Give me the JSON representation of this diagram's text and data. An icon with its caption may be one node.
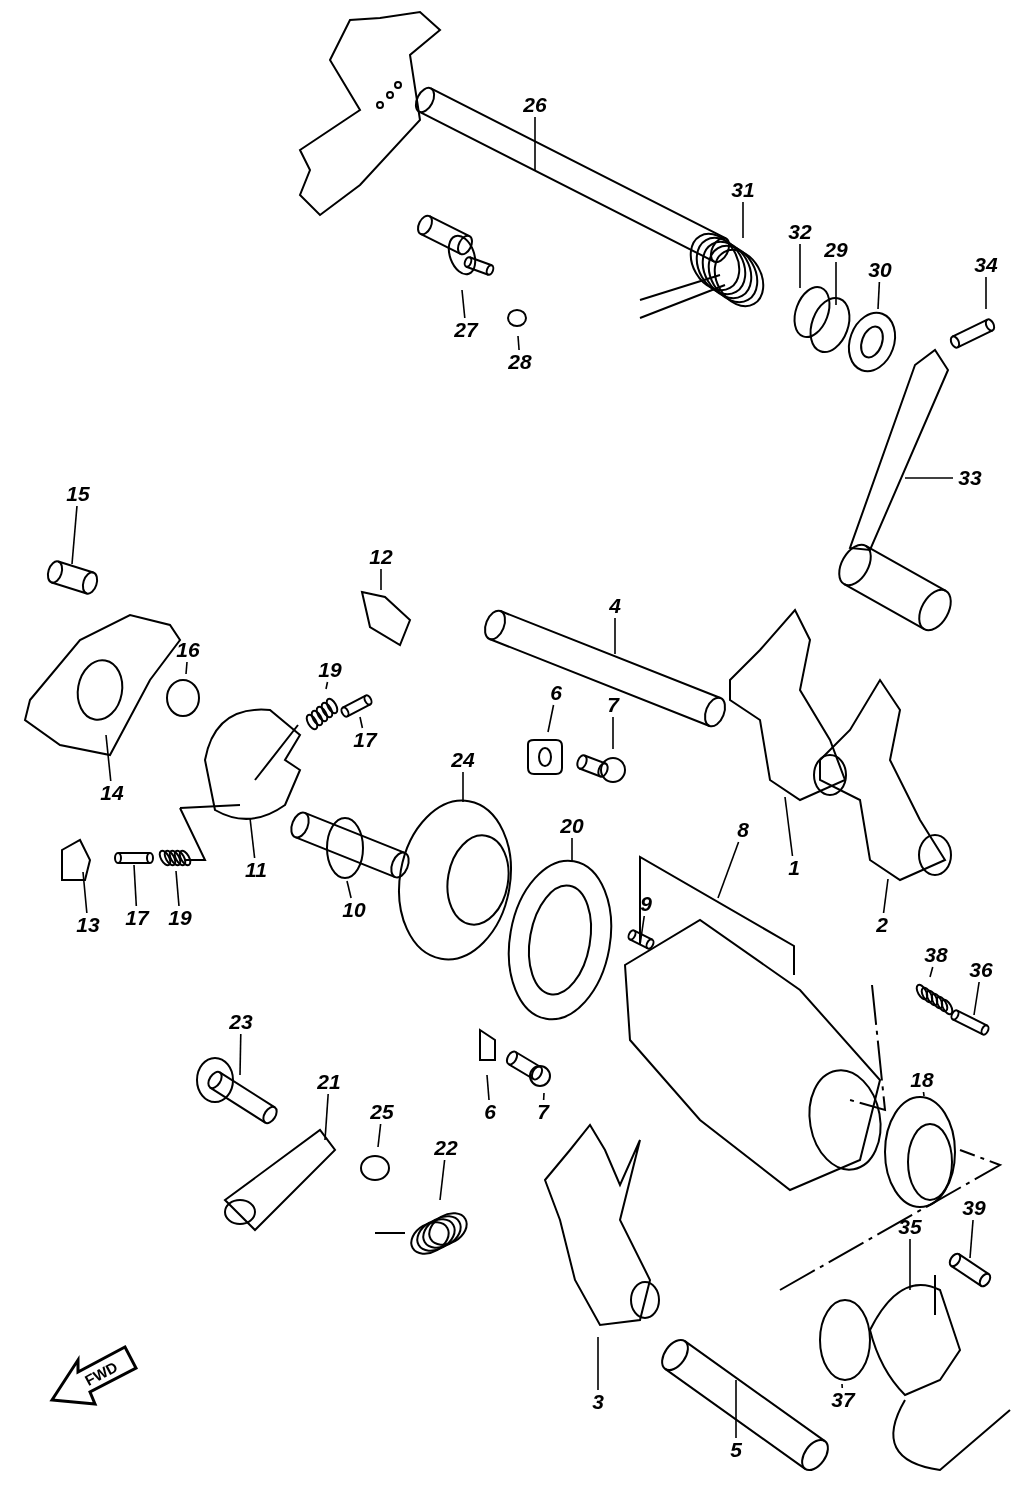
{
  "diagram": {
    "nodes": [
      {
        "text": [
          "26"
        ]
      },
      {
        "text": [
          "31"
        ]
      },
      {
        "text": [
          "32"
        ]
      },
      {
        "text": [
          "29"
        ]
      },
      {
        "text": [
          "30"
        ]
      },
      {
        "text": [
          "34"
        ]
      },
      {
        "text": [
          "27"
        ]
      },
      {
        "text": [
          "28"
        ]
      },
      {
        "text": [
          "33"
        ]
      },
      {
        "text": [
          "15"
        ]
      },
      {
        "text": [
          "12"
        ]
      },
      {
        "text": [
          "4"
        ]
      },
      {
        "text": [
          "16"
        ]
      },
      {
        "text": [
          "19"
        ]
      },
      {
        "text": [
          "17"
        ]
      },
      {
        "text": [
          "6"
        ]
      },
      {
        "text": [
          "7"
        ]
      },
      {
        "text": [
          "24"
        ]
      },
      {
        "text": [
          "14"
        ]
      },
      {
        "text": [
          "1"
        ]
      },
      {
        "text": [
          "20"
        ]
      },
      {
        "text": [
          "8"
        ]
      },
      {
        "text": [
          "9"
        ]
      },
      {
        "text": [
          "11"
        ]
      },
      {
        "text": [
          "10"
        ]
      },
      {
        "text": [
          "13"
        ]
      },
      {
        "text": [
          "17"
        ]
      },
      {
        "text": [
          "19"
        ]
      },
      {
        "text": [
          "2"
        ]
      },
      {
        "text": [
          "38"
        ]
      },
      {
        "text": [
          "36"
        ]
      },
      {
        "text": [
          "23"
        ]
      },
      {
        "text": [
          "18"
        ]
      },
      {
        "text": [
          "21"
        ]
      },
      {
        "text": [
          "25"
        ]
      },
      {
        "text": [
          "6"
        ]
      },
      {
        "text": [
          "7"
        ]
      },
      {
        "text": [
          "22"
        ]
      },
      {
        "text": [
          "39"
        ]
      },
      {
        "text": [
          "35"
        ]
      },
      {
        "text": [
          "3"
        ]
      },
      {
        "text": [
          "37"
        ]
      },
      {
        "text": [
          "5"
        ]
      }
    ],
    "edges": [
      {
        "from": 0,
        "to": null,
        "arrow": "none"
      },
      {
        "from": 1,
        "to": null,
        "arrow": "none"
      },
      {
        "from": 2,
        "to": null,
        "arrow": "none"
      },
      {
        "from": 3,
        "to": null,
        "arrow": "none"
      },
      {
        "from": 4,
        "to": null,
        "arrow": "none"
      },
      {
        "from": 5,
        "to": null,
        "arrow": "none"
      },
      {
        "from": 6,
        "to": null,
        "arrow": "none"
      },
      {
        "from": 7,
        "to": null,
        "arrow": "none"
      },
      {
        "from": 8,
        "to": null,
        "arrow": "none"
      },
      {
        "from": 9,
        "to": null,
        "arrow": "none"
      },
      {
        "from": 10,
        "to": null,
        "arrow": "none"
      },
      {
        "from": 11,
        "to": null,
        "arrow": "none"
      },
      {
        "from": 12,
        "to": null,
        "arrow": "none"
      },
      {
        "from": 13,
        "to": null,
        "arrow": "none"
      },
      {
        "from": 14,
        "to": null,
        "arrow": "none"
      },
      {
        "from": 15,
        "to": null,
        "arrow": "none"
      },
      {
        "from": 16,
        "to": null,
        "arrow": "none"
      },
      {
        "from": 17,
        "to": null,
        "arrow": "none"
      },
      {
        "from": 18,
        "to": null,
        "arrow": "none"
      },
      {
        "from": 19,
        "to": null,
        "arrow": "none"
      },
      {
        "from": 20,
        "to": null,
        "arrow": "none"
      },
      {
        "from": 21,
        "to": null,
        "arrow": "none"
      },
      {
        "from": 22,
        "to": null,
        "arrow": "none"
      },
      {
        "from": 23,
        "to": null,
        "arrow": "none"
      },
      {
        "from": 24,
        "to": null,
        "arrow": "none"
      },
      {
        "from": 25,
        "to": null,
        "arrow": "none"
      },
      {
        "from": 26,
        "to": null,
        "arrow": "none"
      },
      {
        "from": 27,
        "to": null,
        "arrow": "none"
      },
      {
        "from": 28,
        "to": null,
        "arrow": "none"
      },
      {
        "from": 29,
        "to": null,
        "arrow": "none"
      },
      {
        "from": 30,
        "to": null,
        "arrow": "none"
      },
      {
        "from": 31,
        "to": null,
        "arrow": "none"
      },
      {
        "from": 32,
        "to": null,
        "arrow": "none"
      },
      {
        "from": 33,
        "to": null,
        "arrow": "none"
      },
      {
        "from": 34,
        "to": null,
        "arrow": "none"
      },
      {
        "from": 35,
        "to": null,
        "arrow": "none"
      },
      {
        "from": 36,
        "to": null,
        "arrow": "none"
      },
      {
        "from": 37,
        "to": null,
        "arrow": "none"
      },
      {
        "from": 38,
        "to": null,
        "arrow": "none"
      },
      {
        "from": 39,
        "to": null,
        "arrow": "none"
      },
      {
        "from": 40,
        "to": null,
        "arrow": "none"
      },
      {
        "from": 41,
        "to": null,
        "arrow": "none"
      },
      {
        "from": 42,
        "to": null,
        "arrow": "none"
      }
    ],
    "labels": [
      "FWD"
    ]
  }
}
